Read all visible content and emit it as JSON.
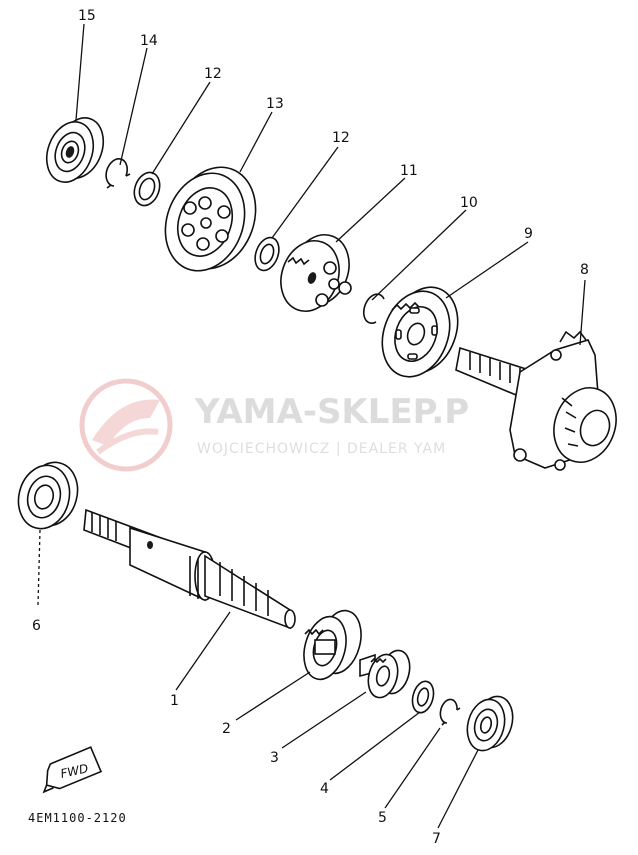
{
  "watermark": {
    "brand": "YAMA-SKLEP.P",
    "dealer": "WOJCIECHOWICZ | DEALER YAM",
    "logo_color": "#e9b3b3",
    "text_color": "#d9d9d9"
  },
  "fwd_label": "FWD",
  "part_code": "4EM1100-2120",
  "callouts": [
    "15",
    "14",
    "12",
    "13",
    "12",
    "11",
    "10",
    "9",
    "8",
    "6",
    "1",
    "2",
    "3",
    "4",
    "5",
    "7"
  ]
}
